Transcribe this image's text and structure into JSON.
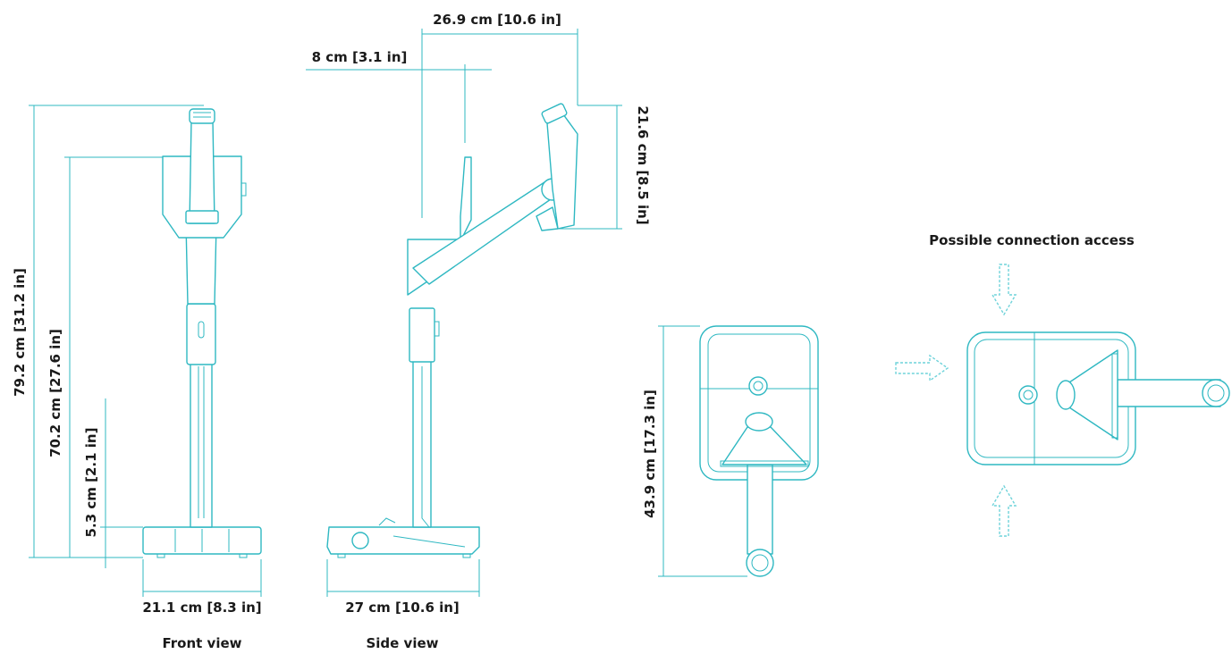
{
  "colors": {
    "line": "#2fb8c2",
    "text": "#1a1a1a",
    "arrow": "#6fd3da",
    "background": "#ffffff"
  },
  "captions": {
    "front": "Front view",
    "side": "Side view",
    "access": "Possible connection access"
  },
  "dimensions": {
    "total_height": "79.2 cm [31.2 in]",
    "arm_height": "70.2 cm [27.6 in]",
    "base_height": "5.3 cm [2.1 in]",
    "base_width_front": "21.1 cm [8.3 in]",
    "base_depth_side": "27 cm [10.6 in]",
    "arm_reach": "26.9 cm [10.6 in]",
    "tray_offset": "8 cm [3.1 in]",
    "head_height": "21.6 cm [8.5 in]",
    "top_length": "43.9 cm [17.3 in]"
  },
  "icons": [
    "arrow-down-icon",
    "arrow-right-icon",
    "arrow-up-icon"
  ]
}
